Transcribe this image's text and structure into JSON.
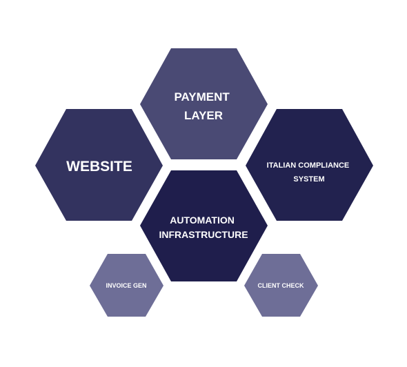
{
  "colors": {
    "background": "#ffffff",
    "label_text": "#ffffff"
  },
  "hexagons": [
    {
      "id": "payment-layer",
      "lines": [
        "PAYMENT",
        "LAYER"
      ],
      "fill": "#4a4a74"
    },
    {
      "id": "website",
      "lines": [
        "WEBSITE"
      ],
      "fill": "#33335f"
    },
    {
      "id": "italian-compliance-system",
      "lines": [
        "ITALIAN COMPLIANCE",
        "SYSTEM"
      ],
      "fill": "#22224f"
    },
    {
      "id": "automation-infrastructure",
      "lines": [
        "AUTOMATION",
        "INFRASTRUCTURE"
      ],
      "fill": "#1f1e4c"
    },
    {
      "id": "invoice-gen",
      "lines": [
        "INVOICE GEN"
      ],
      "fill": "#6e6e97"
    },
    {
      "id": "client-check",
      "lines": [
        "CLIENT CHECK"
      ],
      "fill": "#6e6e97"
    }
  ]
}
